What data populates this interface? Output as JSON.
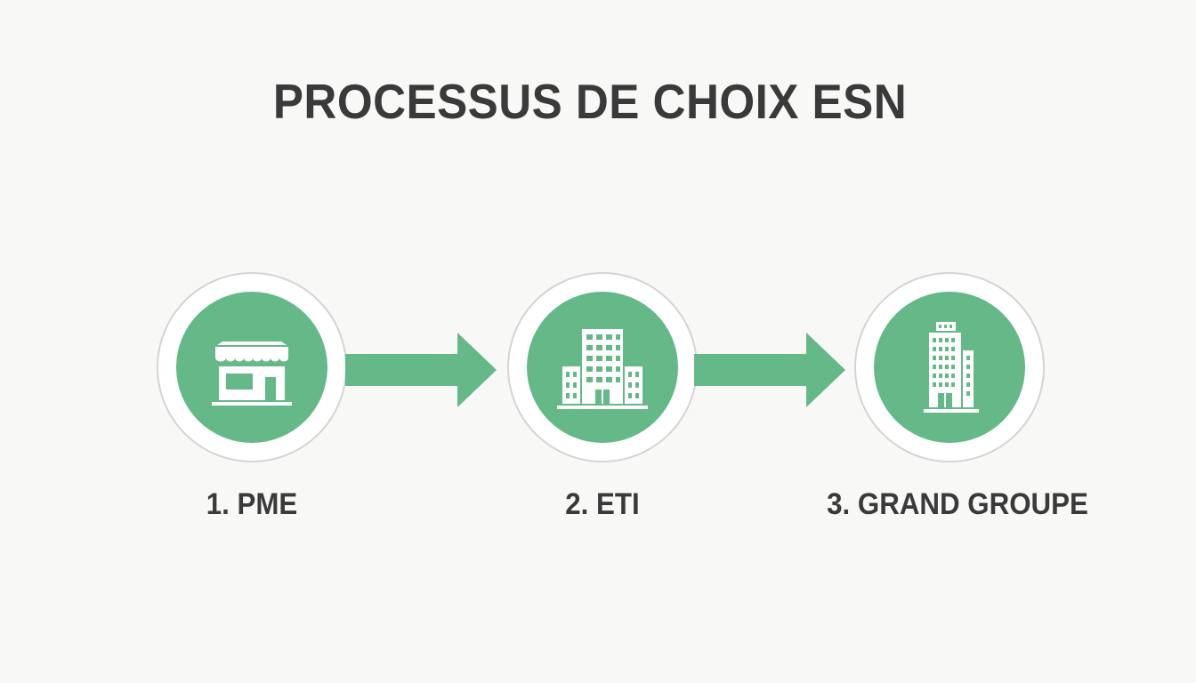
{
  "title": "PROCESSUS DE CHOIX ESN",
  "colors": {
    "accent": "#65b888",
    "text": "#3a3a3a",
    "ring": "#d4d4d2",
    "background": "#f8f8f7"
  },
  "steps": [
    {
      "label": "1. PME",
      "icon": "storefront-icon"
    },
    {
      "label": "2. ETI",
      "icon": "office-building-icon"
    },
    {
      "label": "3. GRAND GROUPE",
      "icon": "skyscraper-icon"
    }
  ]
}
